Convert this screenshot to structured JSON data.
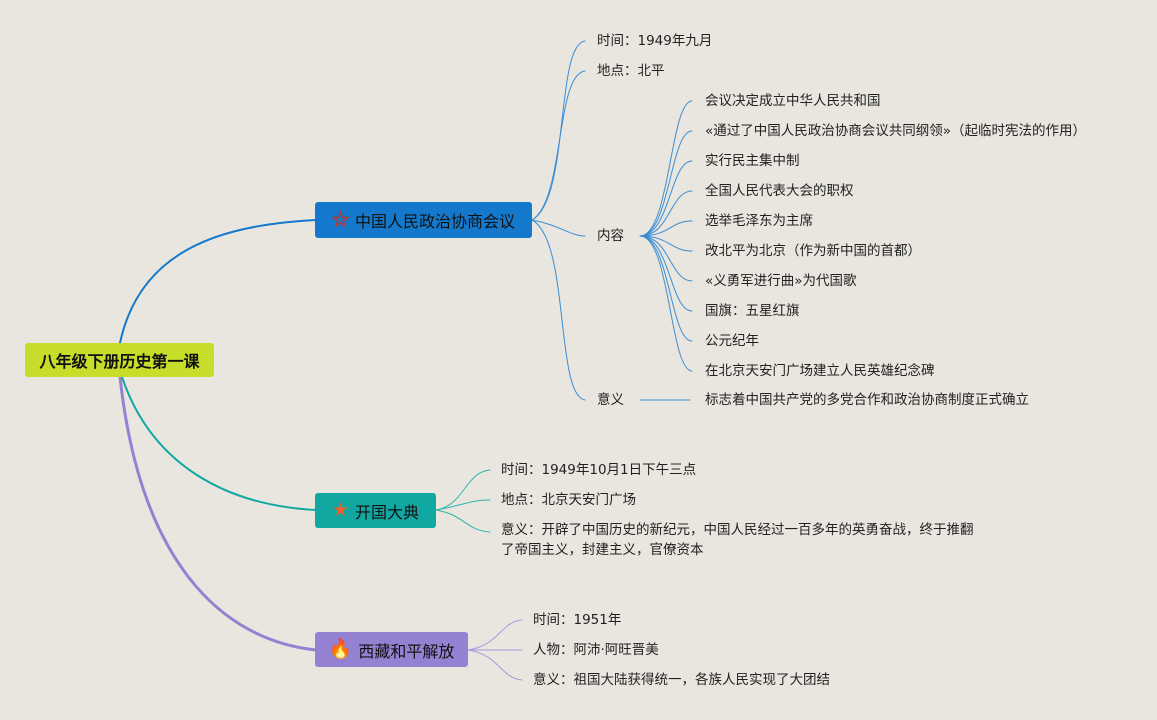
{
  "root": {
    "label": "八年级下册历史第一课",
    "color": "#c8dd2a"
  },
  "branches": [
    {
      "label": "中国人民政治协商会议",
      "icon": "star-outline-icon",
      "color": "#1479cc",
      "children": [
        {
          "label": "时间：1949年九月"
        },
        {
          "label": "地点：北平"
        },
        {
          "label": "内容",
          "children": [
            "会议决定成立中华人民共和国",
            "«通过了中国人民政治协商会议共同纲领»（起临时宪法的作用）",
            "实行民主集中制",
            "全国人民代表大会的职权",
            "选举毛泽东为主席",
            "改北平为北京（作为新中国的首都）",
            "«义勇军进行曲»为代国歌",
            "国旗：五星红旗",
            "公元纪年",
            "在北京天安门广场建立人民英雄纪念碑"
          ]
        },
        {
          "label": "意义",
          "children": [
            "标志着中国共产党的多党合作和政治协商制度正式确立"
          ]
        }
      ]
    },
    {
      "label": "开国大典",
      "icon": "star-icon",
      "color": "#12a8a2",
      "children": [
        {
          "label": "时间：1949年10月1日下午三点"
        },
        {
          "label": "地点：北京天安门广场"
        },
        {
          "label": "意义：开辟了中国历史的新纪元，中国人民经过一百多年的英勇奋战，终于推翻",
          "label2": "了帝国主义，封建主义，官僚资本"
        }
      ]
    },
    {
      "label": "西藏和平解放",
      "icon": "flame-icon",
      "color": "#9581d2",
      "children": [
        {
          "label": "时间：1951年"
        },
        {
          "label": "人物：阿沛·阿旺晋美"
        },
        {
          "label": "意义：祖国大陆获得统一，各族人民实现了大团结"
        }
      ]
    }
  ]
}
